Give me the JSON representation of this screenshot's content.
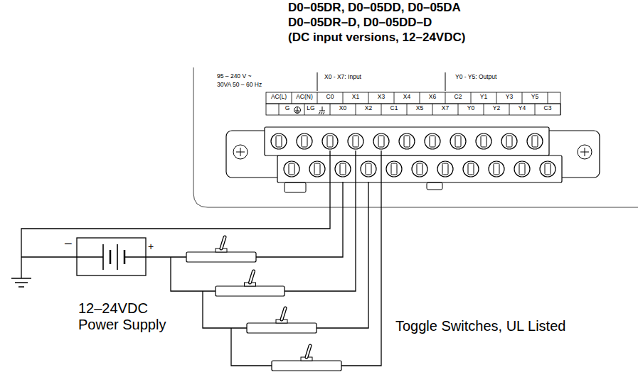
{
  "diagram": {
    "title": "D0–05DR, D0–05DD, D0–05DA",
    "labels": [
      "D0–05DR–D, D0–05DD–D",
      "(DC input versions, 12–24VDC)",
      "95 – 240 V ~",
      "30VA 50 – 60 Hz",
      "X0 - X7: Input",
      "Y0 - Y5: Output",
      "AC(L)",
      "AC(N)",
      "C0",
      "X1",
      "X3",
      "X4",
      "X6",
      "C2",
      "Y1",
      "Y3",
      "Y5",
      "G",
      "LG",
      "X0",
      "X2",
      "C1",
      "X5",
      "X7",
      "Y0",
      "Y2",
      "Y4",
      "C3",
      "−",
      "+",
      "12–24VDC Power Supply",
      "Toggle Switches, UL Listed"
    ]
  }
}
